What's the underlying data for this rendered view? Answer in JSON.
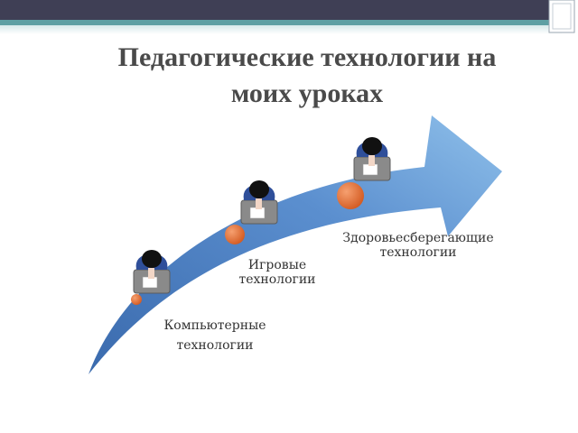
{
  "title": {
    "line1": "Педагогические технологии на",
    "line2": "моих уроках"
  },
  "stages": [
    {
      "line1": "Компьютерные",
      "line2": "технологии"
    },
    {
      "line1": "Игровые",
      "line2": "технологии"
    },
    {
      "line1": "Здоровьесберегающие",
      "line2": "технологии"
    }
  ],
  "colors": {
    "arrow": "#4a7bbf",
    "ball": "#e8703a",
    "header_dark": "#3f3f55",
    "header_teal": "#5e9fa3"
  },
  "icons": [
    "student-at-desk-icon",
    "orange-ball-icon"
  ]
}
